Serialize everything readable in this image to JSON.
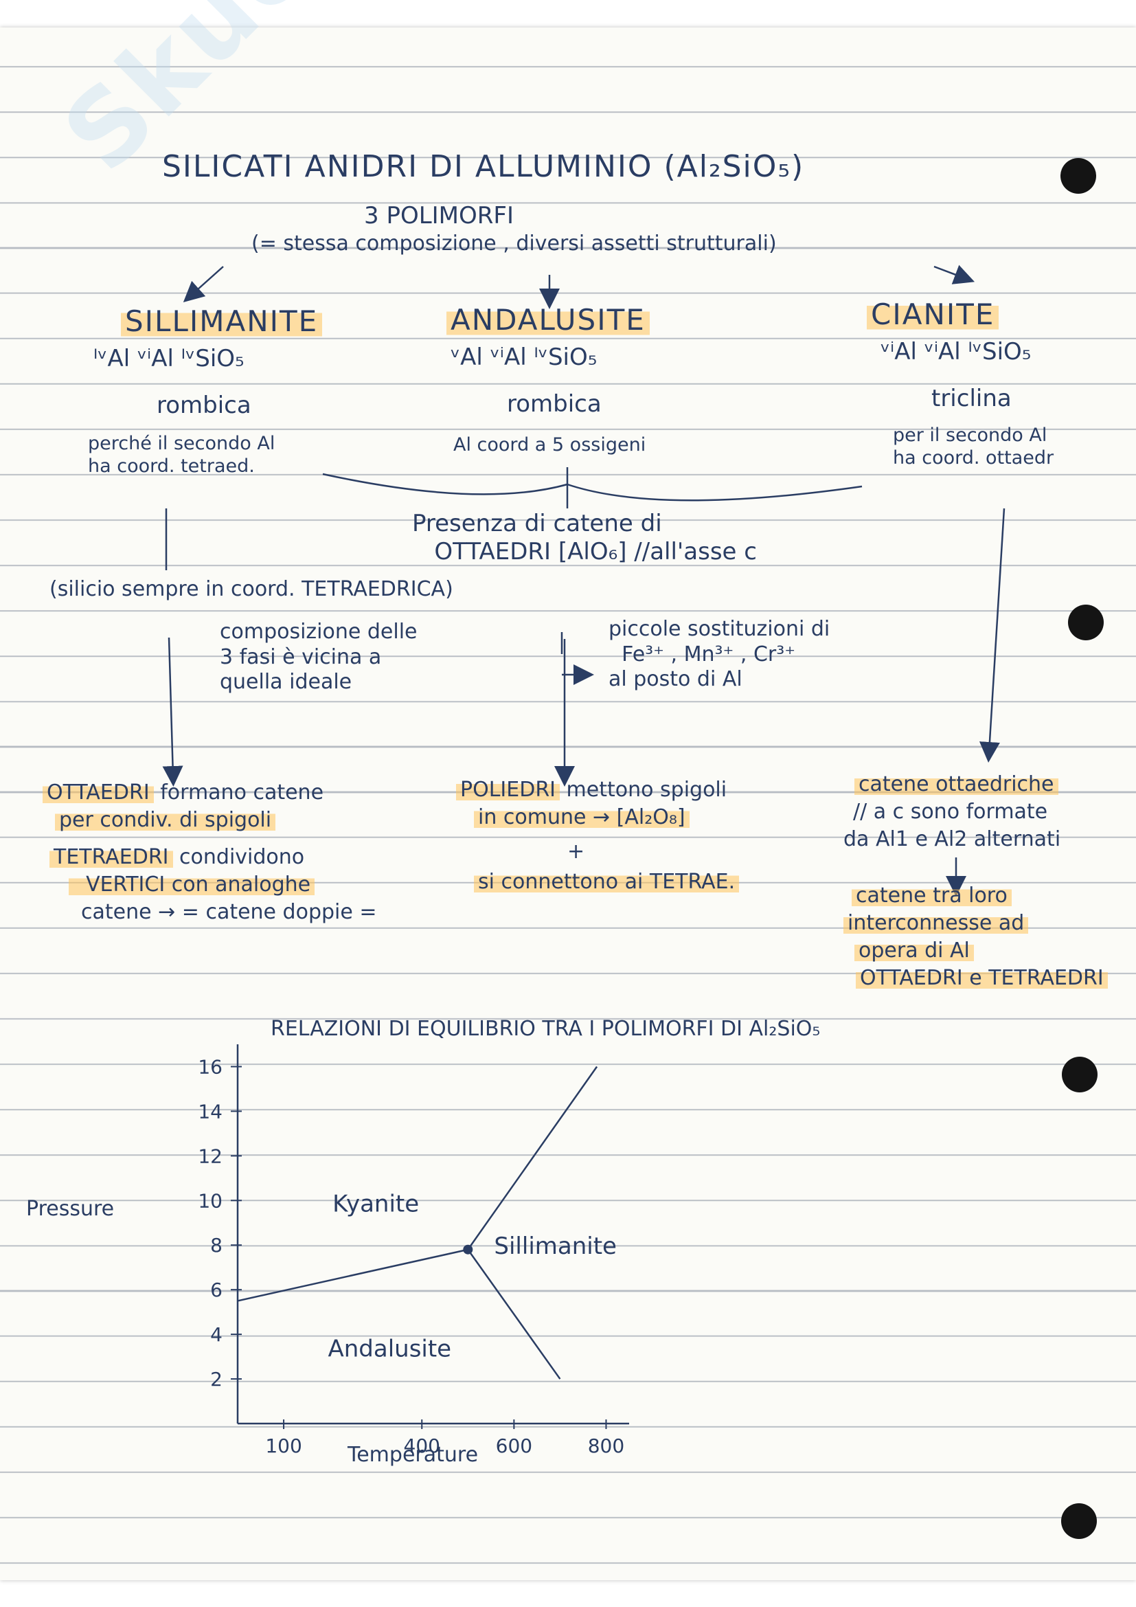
{
  "watermark": "Skuola.net",
  "header": {
    "title": "SILICATI ANIDRI DI ALLUMINIO (Al₂SiO₅)",
    "subtitle": "3 POLIMORFI",
    "note": "(= stessa composizione , diversi assetti strutturali)"
  },
  "polymorphs": [
    {
      "name": "SILLIMANITE",
      "formula": "ᴵᵛAl ᵛⁱAl ᴵᵛSiO₅",
      "system": "rombica",
      "note": "perché il secondo Al\nha coord. tetraed."
    },
    {
      "name": "ANDALUSITE",
      "formula": "ᵛAl ᵛⁱAl ᴵᵛSiO₅",
      "system": "rombica",
      "note": "Al coord a 5 ossigeni"
    },
    {
      "name": "CIANITE",
      "formula": "ᵛⁱAl ᵛⁱAl ᴵᵛSiO₅",
      "system": "triclina",
      "note": "per il secondo Al\nha coord. ottaedr"
    }
  ],
  "shared": {
    "chains": "Presenza di catene di\n   OTTAEDRI [AlO₆] //all'asse c",
    "silicon": "(silicio sempre in coord. TETRAEDRICA)",
    "composition": "composizione delle\n3 fasi è vicina a\nquella ideale",
    "substitutions": "piccole sostituzioni di\n  Fe³⁺ , Mn³⁺ , Cr³⁺\nal posto di Al"
  },
  "details": {
    "sillimanite": {
      "highlight_1": "OTTAEDRI",
      "line_1": " formano catene",
      "line_2": "per condiv. di spigoli",
      "highlight_2": "TETRAEDRI",
      "line_3": " condividono",
      "line_4": "  VERTICI con analoghe",
      "line_5": "catene → = catene doppie ="
    },
    "andalusite": {
      "highlight_1": "POLIEDRI",
      "line_1": " mettono spigoli",
      "line_2": "in comune → [Al₂O₈]",
      "line_3": "+",
      "line_4": "si connettono ai TETRAE."
    },
    "cianite": {
      "highlight_1": "catene ottaedriche",
      "line_1": "// a c sono formate",
      "line_2": "da Al1 e Al2 alternati",
      "line_3": "catene tra loro",
      "line_4": "interconnesse ad",
      "line_5": "opera di Al",
      "line_6": "OTTAEDRI e TETRAEDRI"
    }
  },
  "chart_data": {
    "type": "line",
    "title": "RELAZIONI DI EQUILIBRIO TRA I POLIMORFI DI Al₂SiO₅",
    "xlabel": "Temperature",
    "ylabel": "Pressure",
    "xlim": [
      0,
      850
    ],
    "ylim": [
      0,
      17
    ],
    "x_ticks": [
      "100",
      "400",
      "600",
      "800"
    ],
    "y_ticks": [
      "2",
      "4",
      "6",
      "8",
      "10",
      "12",
      "14",
      "16"
    ],
    "triple_point": [
      500,
      7.8
    ],
    "series": [
      {
        "points": [
          [
            0,
            5.5
          ],
          [
            500,
            7.8
          ]
        ]
      },
      {
        "points": [
          [
            500,
            7.8
          ],
          [
            780,
            16
          ]
        ]
      },
      {
        "points": [
          [
            500,
            7.8
          ],
          [
            700,
            2.0
          ]
        ]
      }
    ],
    "regions": [
      {
        "label": "Kyanite",
        "x": 300,
        "y": 9.5
      },
      {
        "label": "Sillimanite",
        "x": 690,
        "y": 7.6
      },
      {
        "label": "Andalusite",
        "x": 330,
        "y": 3.0
      }
    ]
  }
}
